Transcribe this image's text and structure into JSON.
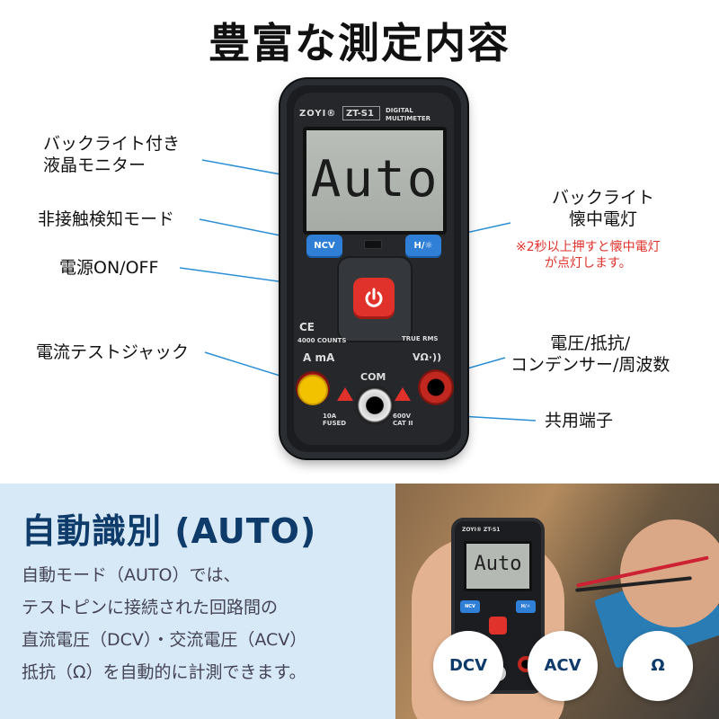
{
  "headline": "豊富な測定内容",
  "meter": {
    "brand": "ZOYI®",
    "model": "ZT-S1",
    "digital": "DIGITAL",
    "multimeter": "MULTIMETER",
    "lcd_text": "Auto",
    "ncv_button": "NCV",
    "h_button": "H/☼",
    "ce": "CE",
    "counts": "4000 COUNTS",
    "ama": "A mA",
    "true_rms": "TRUE RMS",
    "vohm": "VΩ·))",
    "com": "COM",
    "fused": "10A FUSED",
    "cat": "600V CAT II"
  },
  "callouts": {
    "backlight_lcd": [
      "バックライト付き",
      "液晶モニター"
    ],
    "ncv_mode": "非接触検知モード",
    "power": "電源ON/OFF",
    "current_jack": "電流テストジャック",
    "flashlight": [
      "バックライト",
      "懐中電灯"
    ],
    "flashlight_note": [
      "※2秒以上押すと懐中電灯",
      "が点灯します。"
    ],
    "voltage": [
      "電圧/抵抗/",
      "コンデンサー/周波数"
    ],
    "common": "共用端子"
  },
  "bottom": {
    "title": "自動識別 (AUTO)",
    "text_lines": [
      "自動モード（AUTO）では、",
      "テストピンに接続された回路間の",
      "直流電圧（DCV）・交流電圧（ACV）",
      "抵抗（Ω）を自動的に計測できます。"
    ],
    "circles": [
      "DCV",
      "ACV",
      "Ω"
    ]
  },
  "colors": {
    "accent_blue": "#2f7fd6",
    "power_red": "#e0322b",
    "panel_bg": "#d7e8f6",
    "title_navy": "#0e3b6a",
    "leader_blue": "#2b8fd6",
    "note_red": "#e0322b"
  }
}
